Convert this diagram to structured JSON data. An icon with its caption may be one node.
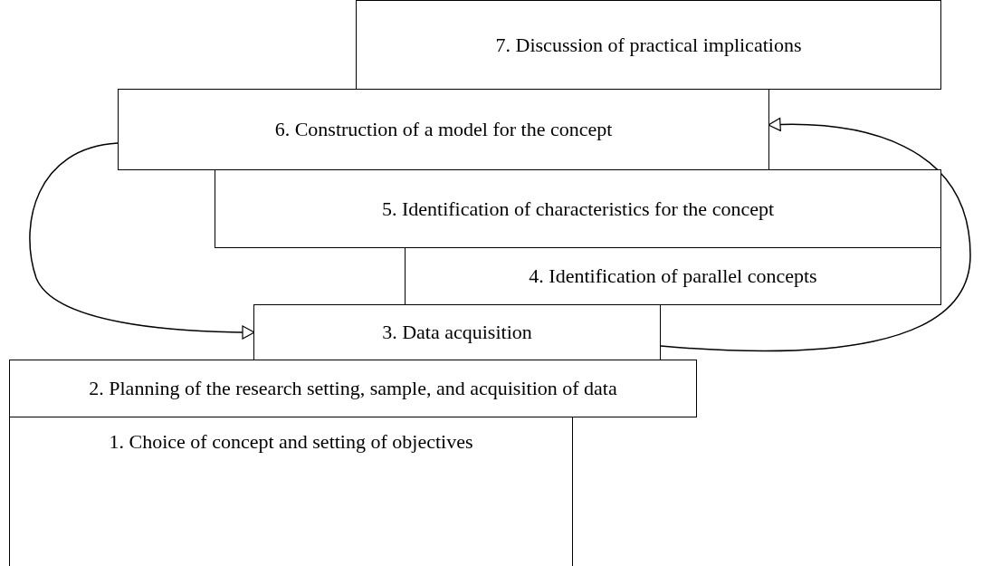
{
  "diagram": {
    "nodes": [
      {
        "text": [
          "7. Discussion of practical implications"
        ]
      },
      {
        "text": [
          "6. Construction of a model for the concept"
        ]
      },
      {
        "text": [
          "5. Identification of characteristics for the concept"
        ]
      },
      {
        "text": [
          "4. Identification of parallel concepts"
        ]
      },
      {
        "text": [
          "3. Data acquisition"
        ]
      },
      {
        "text": [
          "2. Planning of the research setting, sample, and acquisition of data"
        ]
      },
      {
        "text": [
          "1. Choice of concept and setting of objectives"
        ]
      }
    ],
    "edges": [
      {
        "from": 1,
        "to": 4,
        "arrow": "to"
      },
      {
        "from": 4,
        "to": 1,
        "arrow": "to"
      }
    ]
  }
}
